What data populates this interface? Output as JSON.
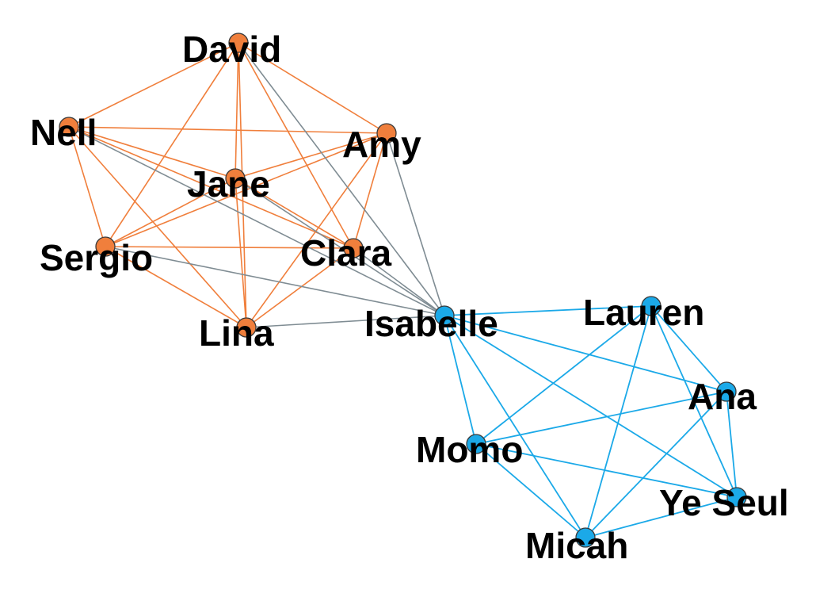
{
  "colors": {
    "group_a": "#f07f3c",
    "group_b": "#1ba9e8",
    "bridge": "#7f8c93",
    "node_stroke": "#3a3a3a",
    "label": "#000000",
    "background": "#ffffff"
  },
  "nodes": [
    {
      "id": "david",
      "label": "David",
      "group": "a"
    },
    {
      "id": "nell",
      "label": "Nell",
      "group": "a"
    },
    {
      "id": "amy",
      "label": "Amy",
      "group": "a"
    },
    {
      "id": "jane",
      "label": "Jane",
      "group": "a"
    },
    {
      "id": "sergio",
      "label": "Sergio",
      "group": "a"
    },
    {
      "id": "clara",
      "label": "Clara",
      "group": "a"
    },
    {
      "id": "lina",
      "label": "Lina",
      "group": "a"
    },
    {
      "id": "isabelle",
      "label": "Isabelle",
      "group": "b"
    },
    {
      "id": "lauren",
      "label": "Lauren",
      "group": "b"
    },
    {
      "id": "ana",
      "label": "Ana",
      "group": "b"
    },
    {
      "id": "momo",
      "label": "Momo",
      "group": "b"
    },
    {
      "id": "yeseul",
      "label": "Ye Seul",
      "group": "b"
    },
    {
      "id": "micah",
      "label": "Micah",
      "group": "b"
    }
  ],
  "edges": [
    [
      "david",
      "nell",
      "a"
    ],
    [
      "david",
      "amy",
      "a"
    ],
    [
      "david",
      "jane",
      "a"
    ],
    [
      "david",
      "sergio",
      "a"
    ],
    [
      "david",
      "clara",
      "a"
    ],
    [
      "david",
      "lina",
      "a"
    ],
    [
      "nell",
      "amy",
      "a"
    ],
    [
      "nell",
      "jane",
      "a"
    ],
    [
      "nell",
      "sergio",
      "a"
    ],
    [
      "nell",
      "clara",
      "a"
    ],
    [
      "nell",
      "lina",
      "a"
    ],
    [
      "amy",
      "jane",
      "a"
    ],
    [
      "amy",
      "sergio",
      "a"
    ],
    [
      "amy",
      "clara",
      "a"
    ],
    [
      "amy",
      "lina",
      "a"
    ],
    [
      "jane",
      "sergio",
      "a"
    ],
    [
      "jane",
      "clara",
      "a"
    ],
    [
      "jane",
      "lina",
      "a"
    ],
    [
      "sergio",
      "clara",
      "a"
    ],
    [
      "sergio",
      "lina",
      "a"
    ],
    [
      "clara",
      "lina",
      "a"
    ],
    [
      "david",
      "isabelle",
      "bridge"
    ],
    [
      "nell",
      "isabelle",
      "bridge"
    ],
    [
      "amy",
      "isabelle",
      "bridge"
    ],
    [
      "jane",
      "isabelle",
      "bridge"
    ],
    [
      "sergio",
      "isabelle",
      "bridge"
    ],
    [
      "clara",
      "isabelle",
      "bridge"
    ],
    [
      "lina",
      "isabelle",
      "bridge"
    ],
    [
      "isabelle",
      "lauren",
      "b"
    ],
    [
      "isabelle",
      "ana",
      "b"
    ],
    [
      "isabelle",
      "momo",
      "b"
    ],
    [
      "isabelle",
      "yeseul",
      "b"
    ],
    [
      "isabelle",
      "micah",
      "b"
    ],
    [
      "lauren",
      "ana",
      "b"
    ],
    [
      "lauren",
      "momo",
      "b"
    ],
    [
      "lauren",
      "yeseul",
      "b"
    ],
    [
      "lauren",
      "micah",
      "b"
    ],
    [
      "ana",
      "momo",
      "b"
    ],
    [
      "ana",
      "yeseul",
      "b"
    ],
    [
      "ana",
      "micah",
      "b"
    ],
    [
      "momo",
      "yeseul",
      "b"
    ],
    [
      "momo",
      "micah",
      "b"
    ],
    [
      "yeseul",
      "micah",
      "b"
    ]
  ]
}
